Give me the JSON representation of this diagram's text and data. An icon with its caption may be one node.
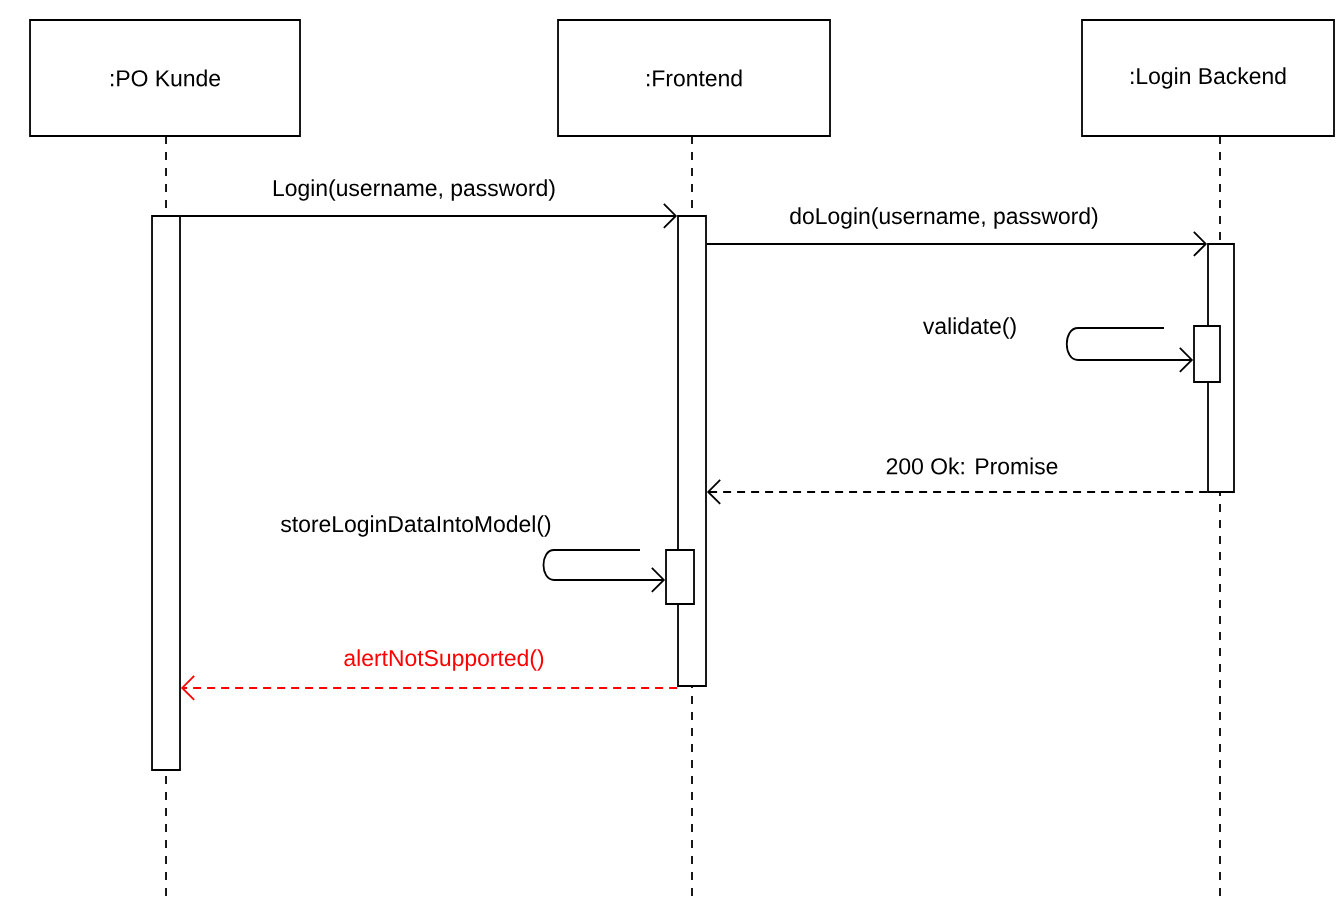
{
  "diagram": {
    "nodes": [
      {
        "text": [
          ":PO Kunde"
        ]
      },
      {
        "text": [
          ":Frontend"
        ]
      },
      {
        "text": [
          ":Login Backend"
        ]
      },
      {
        "text": [],
        "shape": "bar"
      },
      {
        "text": [],
        "shape": "bar"
      },
      {
        "text": [],
        "shape": "bar"
      },
      {
        "text": [],
        "shape": "bar"
      },
      {
        "text": [],
        "shape": "bar"
      }
    ],
    "edges": [
      {
        "from": 3,
        "to": 4,
        "arrow": "to",
        "label": "Login(username, password)"
      },
      {
        "from": 4,
        "to": 6,
        "arrow": "to",
        "label": "doLogin(username, password)"
      },
      {
        "from": null,
        "to": 7,
        "arrow": "to",
        "label": "validate()"
      },
      {
        "from": 6,
        "to": 4,
        "arrow": "to",
        "label": "200 Ok: Promise",
        "style": "dashed"
      },
      {
        "from": null,
        "to": 5,
        "arrow": "to",
        "label": "storeLoginDataIntoModel()"
      },
      {
        "from": 4,
        "to": 3,
        "arrow": "to",
        "label": "alertNotSupported()",
        "style": "dashed",
        "color": "#ff0000"
      }
    ]
  }
}
